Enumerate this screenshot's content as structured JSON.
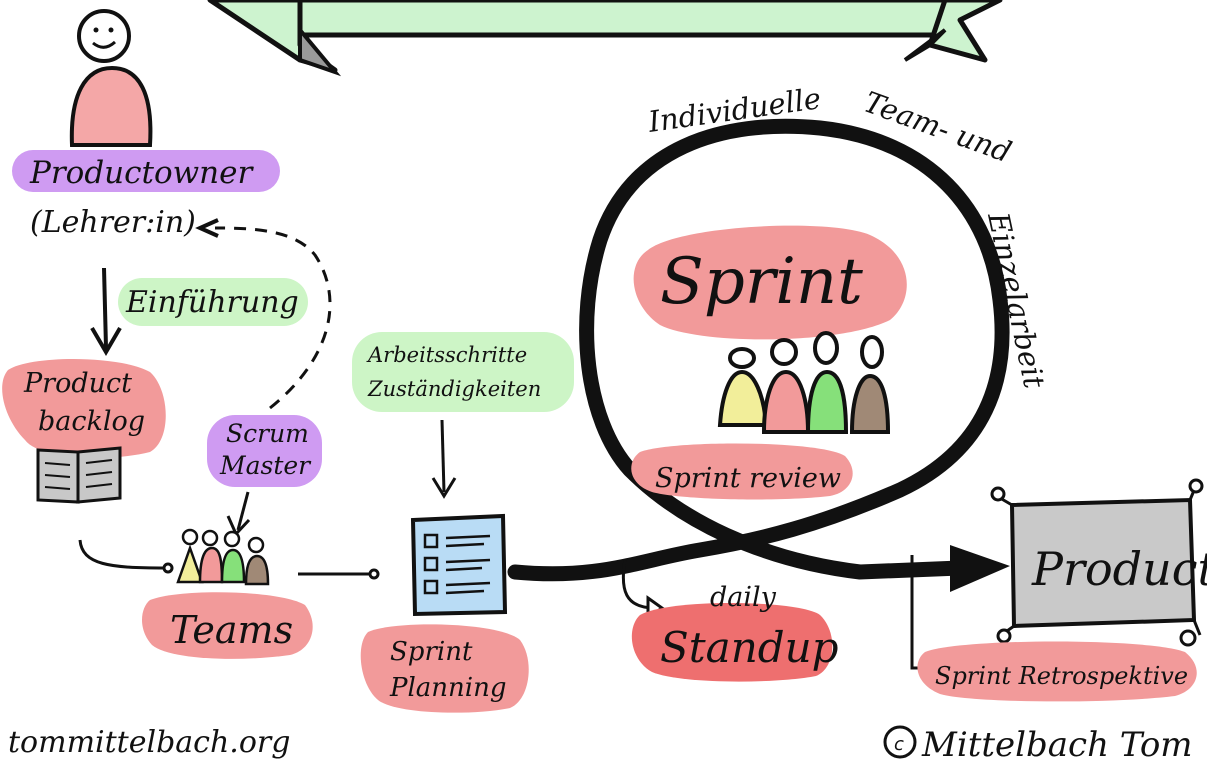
{
  "colors": {
    "ink": "#111111",
    "purple_highlight": "#cf9bf2",
    "green_highlight": "#cdf5c6",
    "pink_highlight": "#f29a9a",
    "red_highlight": "#ee6f6f",
    "yellow_figure": "#f2ee9a",
    "green_figure": "#86e07a",
    "brown_figure": "#a08976",
    "banner_green": "#cdf3cf",
    "banner_shadow": "#9a9a9a",
    "product_box": "#c9c9c9",
    "sprint_backlog_blue": "#b9dcf5"
  },
  "icons": {
    "product_owner": "smiling-person-icon",
    "backlog": "open-book-icon",
    "teams": "group-of-people-icon",
    "sprint_backlog": "checklist-icon",
    "sprint_team": "sprint-team-icon",
    "copyright": "copyright-icon"
  },
  "labels": {
    "productowner": "Productowner",
    "lehrer": "(Lehrer:in)",
    "einfuhrung": "Einführung",
    "product_backlog_line1": "Product",
    "product_backlog_line2": "backlog",
    "scrum_line1": "Scrum",
    "scrum_line2": "Master",
    "teams": "Teams",
    "arbeitsschritte_line1": "Arbeitsschritte",
    "arbeitsschritte_line2": "Zuständigkeiten",
    "sprint_planning_line1": "Sprint",
    "sprint_planning_line2": "Planning",
    "individuelle": "Individuelle",
    "team_und": "Team- und",
    "einzelarbeit": "Einzelarbeit",
    "sprint": "Sprint",
    "sprint_review": "Sprint review",
    "daily": "daily",
    "standup": "Standup",
    "product": "Product",
    "sprint_retrospektive": "Sprint Retrospektive",
    "website": "tommittelbach.org",
    "copyright": "Mittelbach Tom"
  }
}
